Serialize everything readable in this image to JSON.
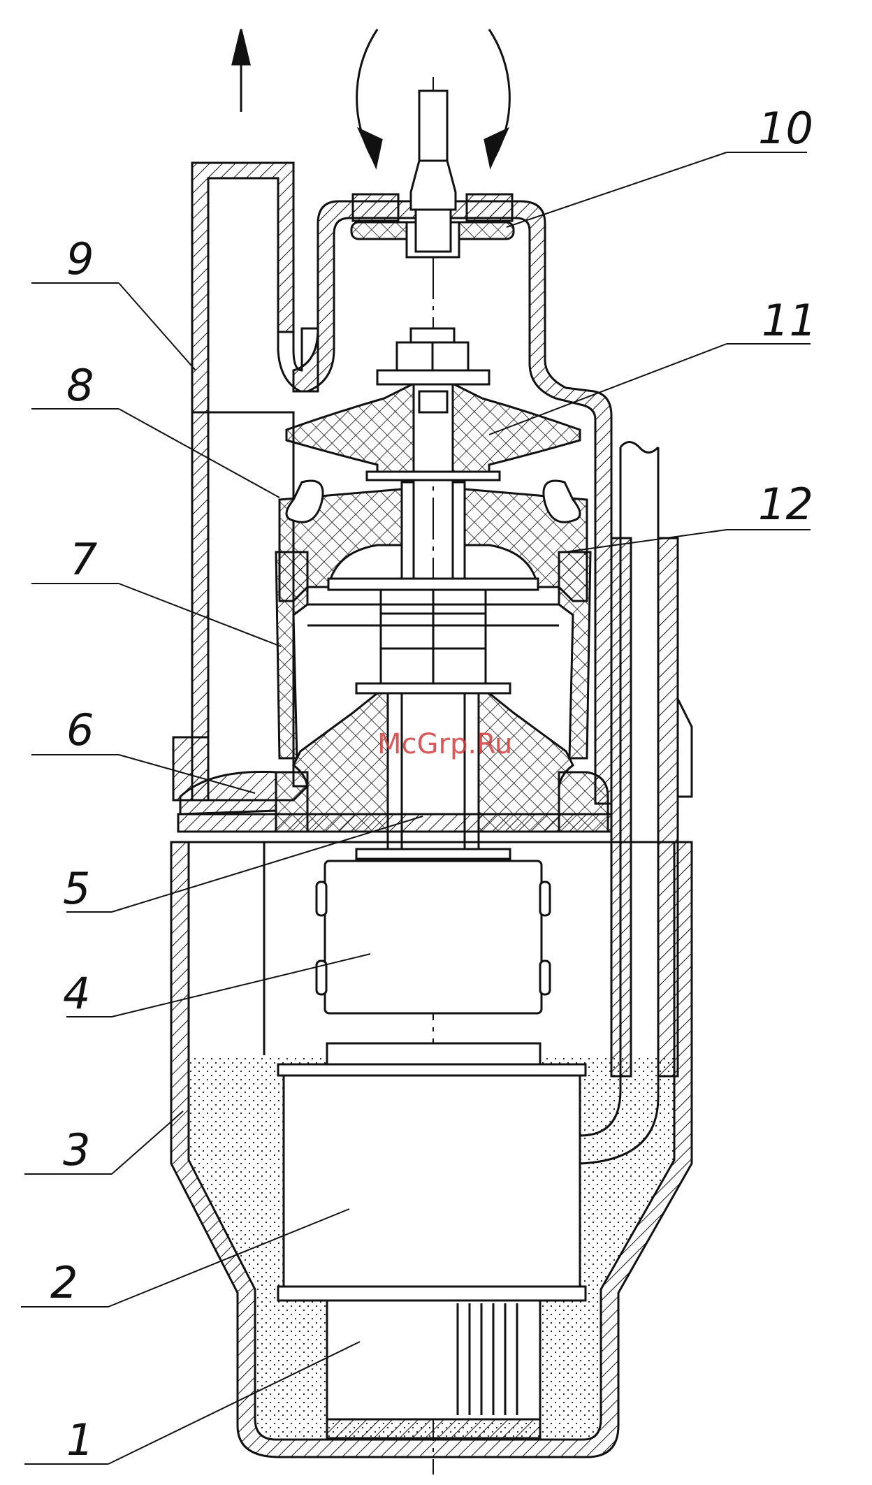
{
  "diagram": {
    "watermark": "McGrp.Ru",
    "callouts": [
      {
        "id": "1",
        "label": "1"
      },
      {
        "id": "2",
        "label": "2"
      },
      {
        "id": "3",
        "label": "3"
      },
      {
        "id": "4",
        "label": "4"
      },
      {
        "id": "5",
        "label": "5"
      },
      {
        "id": "6",
        "label": "6"
      },
      {
        "id": "7",
        "label": "7"
      },
      {
        "id": "8",
        "label": "8"
      },
      {
        "id": "9",
        "label": "9"
      },
      {
        "id": "10",
        "label": "10"
      },
      {
        "id": "11",
        "label": "11"
      },
      {
        "id": "12",
        "label": "12"
      }
    ]
  },
  "colors": {
    "line": "#111111",
    "watermark": "#d63a3a",
    "background": "#ffffff"
  }
}
